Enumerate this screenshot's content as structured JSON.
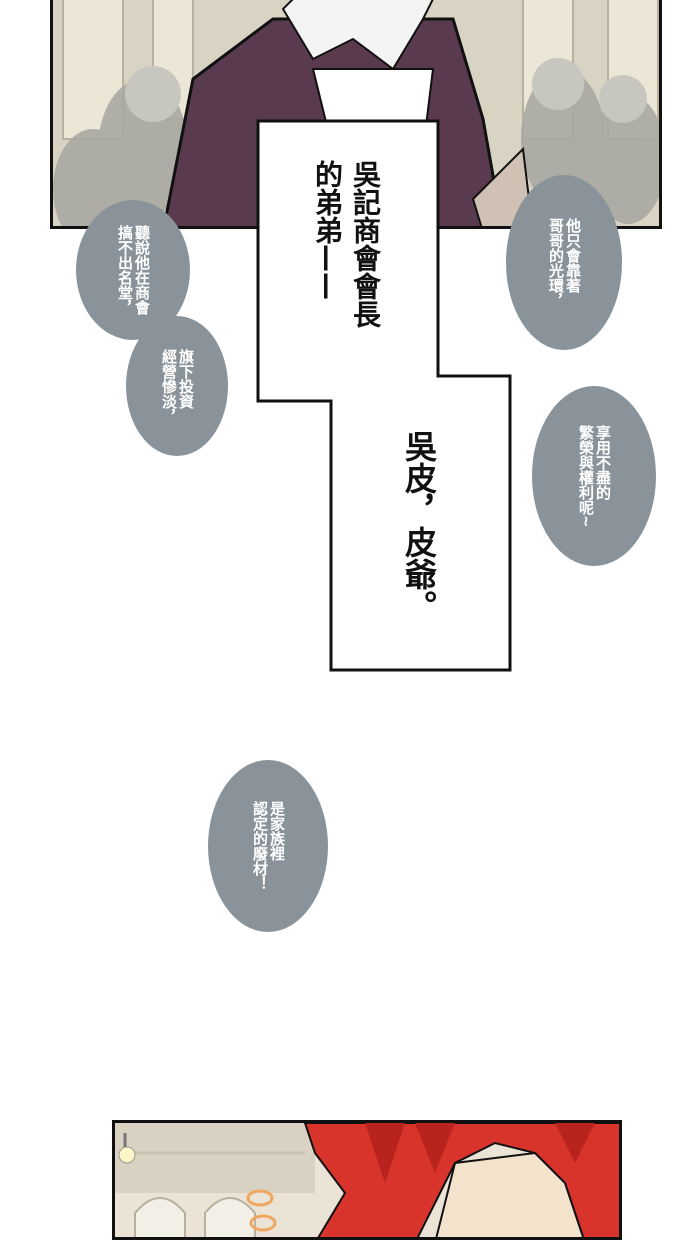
{
  "narration_box": {
    "line1": "吳記商會會長",
    "line2": "的弟弟——",
    "line3": "吳皮，皮爺。"
  },
  "bubbles": [
    {
      "text": "聽說他在商會\n搞不出名堂，"
    },
    {
      "text": "旗下投資\n經營慘淡，"
    },
    {
      "text": "他只會靠著\n哥哥的光環，"
    },
    {
      "text": "享用不盡的\n繁榮與權利呢~"
    },
    {
      "text": "是家族裡\n認定的廢材！"
    }
  ],
  "colors": {
    "bubble": "#8a9399",
    "border": "#111111",
    "background": "#ffffff",
    "hair": "#d8342c",
    "coat": "#5a3a4e"
  },
  "icons": [
    "crowd-illustration",
    "red-hair-character-illustration"
  ]
}
